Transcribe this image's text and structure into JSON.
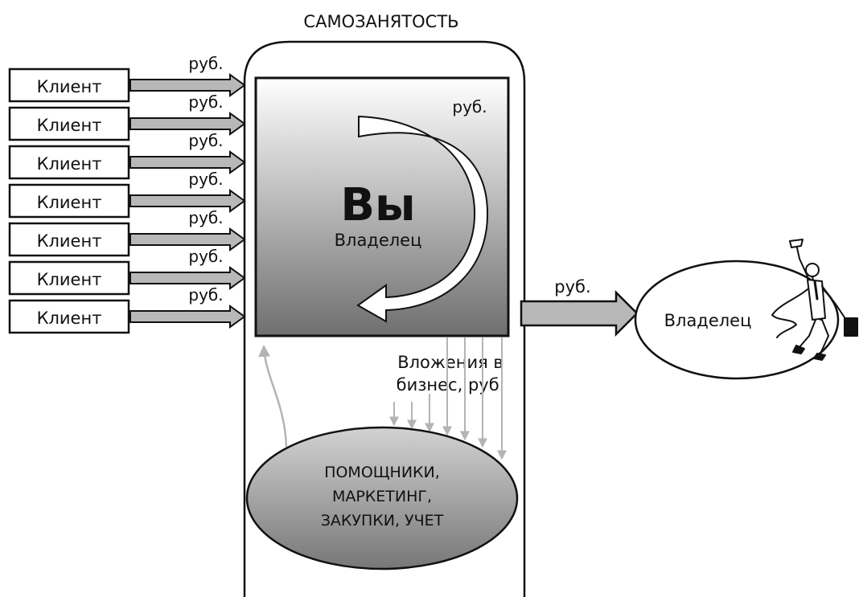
{
  "title": "САМОЗАНЯТОСТЬ",
  "clients": [
    "Клиент",
    "Клиент",
    "Клиент",
    "Клиент",
    "Клиент",
    "Клиент",
    "Клиент"
  ],
  "client_flow_labels": [
    "руб.",
    "руб.",
    "руб.",
    "руб.",
    "руб.",
    "руб.",
    "руб."
  ],
  "center_box": {
    "big_label": "Вы",
    "sub_label": "Владелец",
    "loop_label": "руб."
  },
  "investments_label_line1": "Вложения в",
  "investments_label_line2": "бизнес, руб.",
  "support_ellipse_lines": [
    "ПОМОЩНИКИ,",
    "МАРКЕТИНГ,",
    "ЗАКУПКИ, УЧЕТ"
  ],
  "owner_flow_label": "руб.",
  "owner_ellipse_label": "Владелец",
  "colors": {
    "box_gradient_top": "#ffffff",
    "box_gradient_bottom": "#6f6f6f",
    "support_ellipse_top": "#cfcfcf",
    "support_ellipse_bottom": "#7a7a7a",
    "thin_arrows": "#b4b4b4",
    "flow_arrow_fill": "#b8b8b8",
    "outline": "#111111"
  },
  "icons": [
    "jumping-businessman-icon"
  ]
}
